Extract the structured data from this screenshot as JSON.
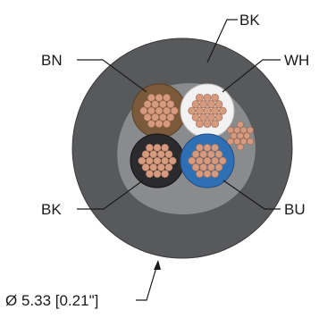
{
  "labels": {
    "outer_jacket": "BK",
    "brown_core": "BN",
    "white_core": "WH",
    "black_core": "BK",
    "blue_core": "BU"
  },
  "dimension": "Ø 5.33 [0.21\"]",
  "colors": {
    "jacket": "#58595b",
    "jacket_edge": "#3a3a3c",
    "filler": "#8a8b8d",
    "brown_insulation": "#7a5a3a",
    "white_insulation": "#f2f2f2",
    "black_insulation": "#2b2b2d",
    "blue_insulation": "#2f6fb3",
    "copper": "#d69a7e",
    "copper_edge": "#9b6a55"
  }
}
